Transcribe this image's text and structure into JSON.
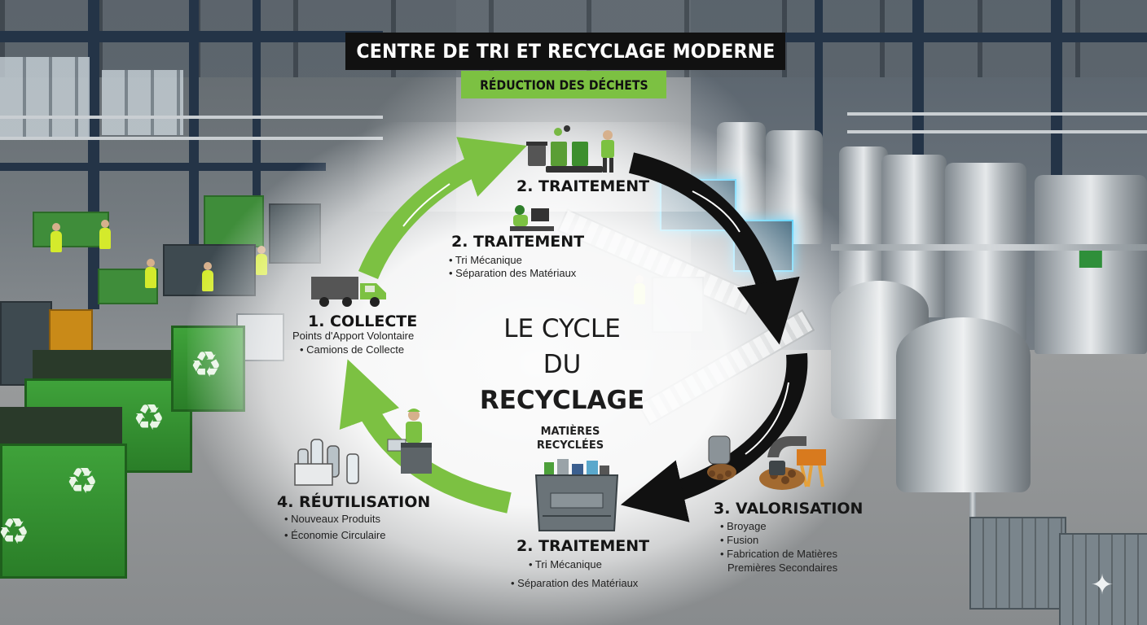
{
  "title": "CENTRE DE TRI ET RECYCLAGE MODERNE",
  "subtitle": "RÉDUCTION DES DÉCHETS",
  "center": {
    "line1": "LE CYCLE",
    "line2_prefix": "DU",
    "line2_bold": "RECYCLAGE"
  },
  "stages": {
    "top": {
      "heading": "2. TRAITEMENT"
    },
    "upper_left": {
      "heading": "2. TRAITEMENT",
      "items": [
        "• Tri Mécanique",
        "• Séparation des Matériaux"
      ]
    },
    "collecte": {
      "heading": "1. COLLECTE",
      "items": [
        "Points d'Apport Volontaire",
        "• Camions de Collecte"
      ]
    },
    "reutilisation": {
      "heading": "4. RÉUTILISATION",
      "items": [
        "• Nouveaux Produits",
        "• Économie Circulaire"
      ]
    },
    "bottom": {
      "heading": "2. TRAITEMENT",
      "items": [
        "• Tri Mécanique",
        "• Séparation des Matériaux"
      ]
    },
    "valorisation": {
      "heading": "3. VALORISATION",
      "items": [
        "• Broyage",
        "• Fusion",
        "• Fabrication de Matières",
        "Premières Secondaires"
      ]
    }
  },
  "crate_label": {
    "line1": "MATIÈRES",
    "line2": "RECYCLÉES"
  },
  "recycle_glyph": "♻",
  "arrow_colors": {
    "green": "#7cc142",
    "black": "#111111"
  },
  "icons": [
    "recycling-bins-icon",
    "computer-operator-icon",
    "truck-icon",
    "bottles-icon",
    "worker-crate-icon",
    "recycled-crate-icon",
    "valorisation-icon"
  ]
}
